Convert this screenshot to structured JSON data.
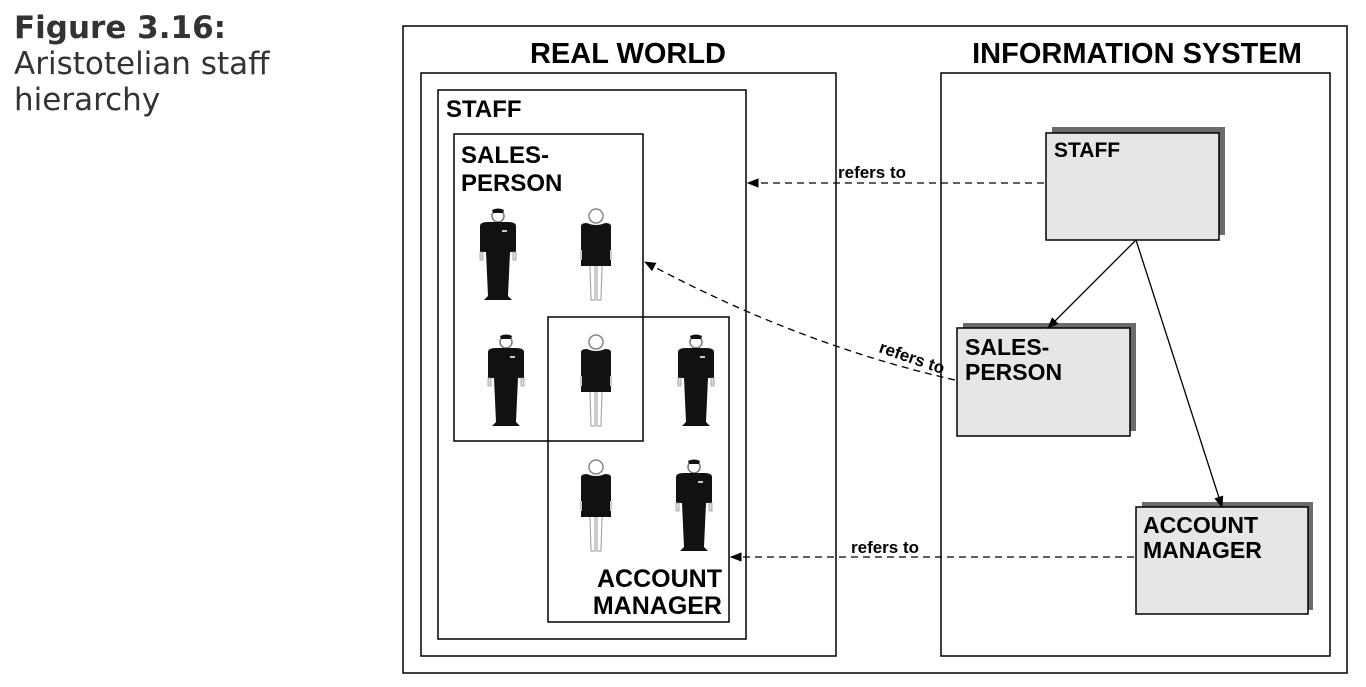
{
  "caption": {
    "figure_label": "Figure 3.16:",
    "description_line1": "Aristotelian staff",
    "description_line2": "hierarchy"
  },
  "real_world": {
    "title": "REAL WORLD",
    "staff_label": "STAFF",
    "salesperson_label_line1": "SALES-",
    "salesperson_label_line2": "PERSON",
    "account_manager_label_line1": "ACCOUNT",
    "account_manager_label_line2": "MANAGER",
    "figures": [
      {
        "type": "man",
        "groups": [
          "salesperson"
        ]
      },
      {
        "type": "woman",
        "groups": [
          "salesperson"
        ]
      },
      {
        "type": "man",
        "groups": [
          "salesperson"
        ]
      },
      {
        "type": "woman",
        "groups": [
          "salesperson",
          "account-manager"
        ]
      },
      {
        "type": "man",
        "groups": [
          "account-manager"
        ]
      },
      {
        "type": "woman",
        "groups": [
          "account-manager"
        ]
      },
      {
        "type": "man",
        "groups": [
          "account-manager"
        ]
      }
    ]
  },
  "information_system": {
    "title": "INFORMATION SYSTEM",
    "classes": {
      "staff": "STAFF",
      "salesperson_line1": "SALES-",
      "salesperson_line2": "PERSON",
      "account_manager_line1": "ACCOUNT",
      "account_manager_line2": "MANAGER"
    }
  },
  "relations": {
    "staff_refers": "refers to",
    "salesperson_refers": "refers to",
    "account_manager_refers": "refers to"
  },
  "colors": {
    "class_fill": "#e6e6e6",
    "class_shadow": "#6b6b6b",
    "caption_text": "#333333"
  }
}
